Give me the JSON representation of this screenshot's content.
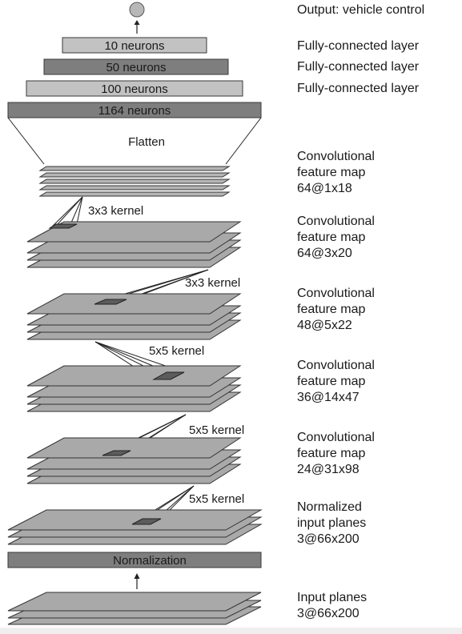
{
  "output_label": "Output: vehicle control",
  "fc_layers": [
    {
      "neurons": "10 neurons",
      "label": "Fully-connected layer"
    },
    {
      "neurons": "50 neurons",
      "label": "Fully-connected layer"
    },
    {
      "neurons": "100 neurons",
      "label": "Fully-connected layer"
    }
  ],
  "flatten_bar": "1164 neurons",
  "flatten_label": "Flatten",
  "feature_maps": [
    {
      "line1": "Convolutional",
      "line2": "feature map",
      "line3": "64@1x18"
    },
    {
      "line1": "Convolutional",
      "line2": "feature map",
      "line3": "64@3x20"
    },
    {
      "line1": "Convolutional",
      "line2": "feature map",
      "line3": "48@5x22"
    },
    {
      "line1": "Convolutional",
      "line2": "feature map",
      "line3": "36@14x47"
    },
    {
      "line1": "Convolutional",
      "line2": "feature map",
      "line3": "24@31x98"
    }
  ],
  "kernels": [
    "3x3 kernel",
    "3x3 kernel",
    "5x5 kernel",
    "5x5 kernel",
    "5x5 kernel"
  ],
  "normalized_input": {
    "line1": "Normalized",
    "line2": "input planes",
    "line3": "3@66x200"
  },
  "normalization_bar": "Normalization",
  "input_planes": {
    "line1": "Input planes",
    "line2": "3@66x200"
  },
  "colors": {
    "dark_bar": "#7e7e7e",
    "light_bar": "#c2c2c2",
    "plane": "#a9a9a9",
    "patch": "#5c5c5c"
  }
}
